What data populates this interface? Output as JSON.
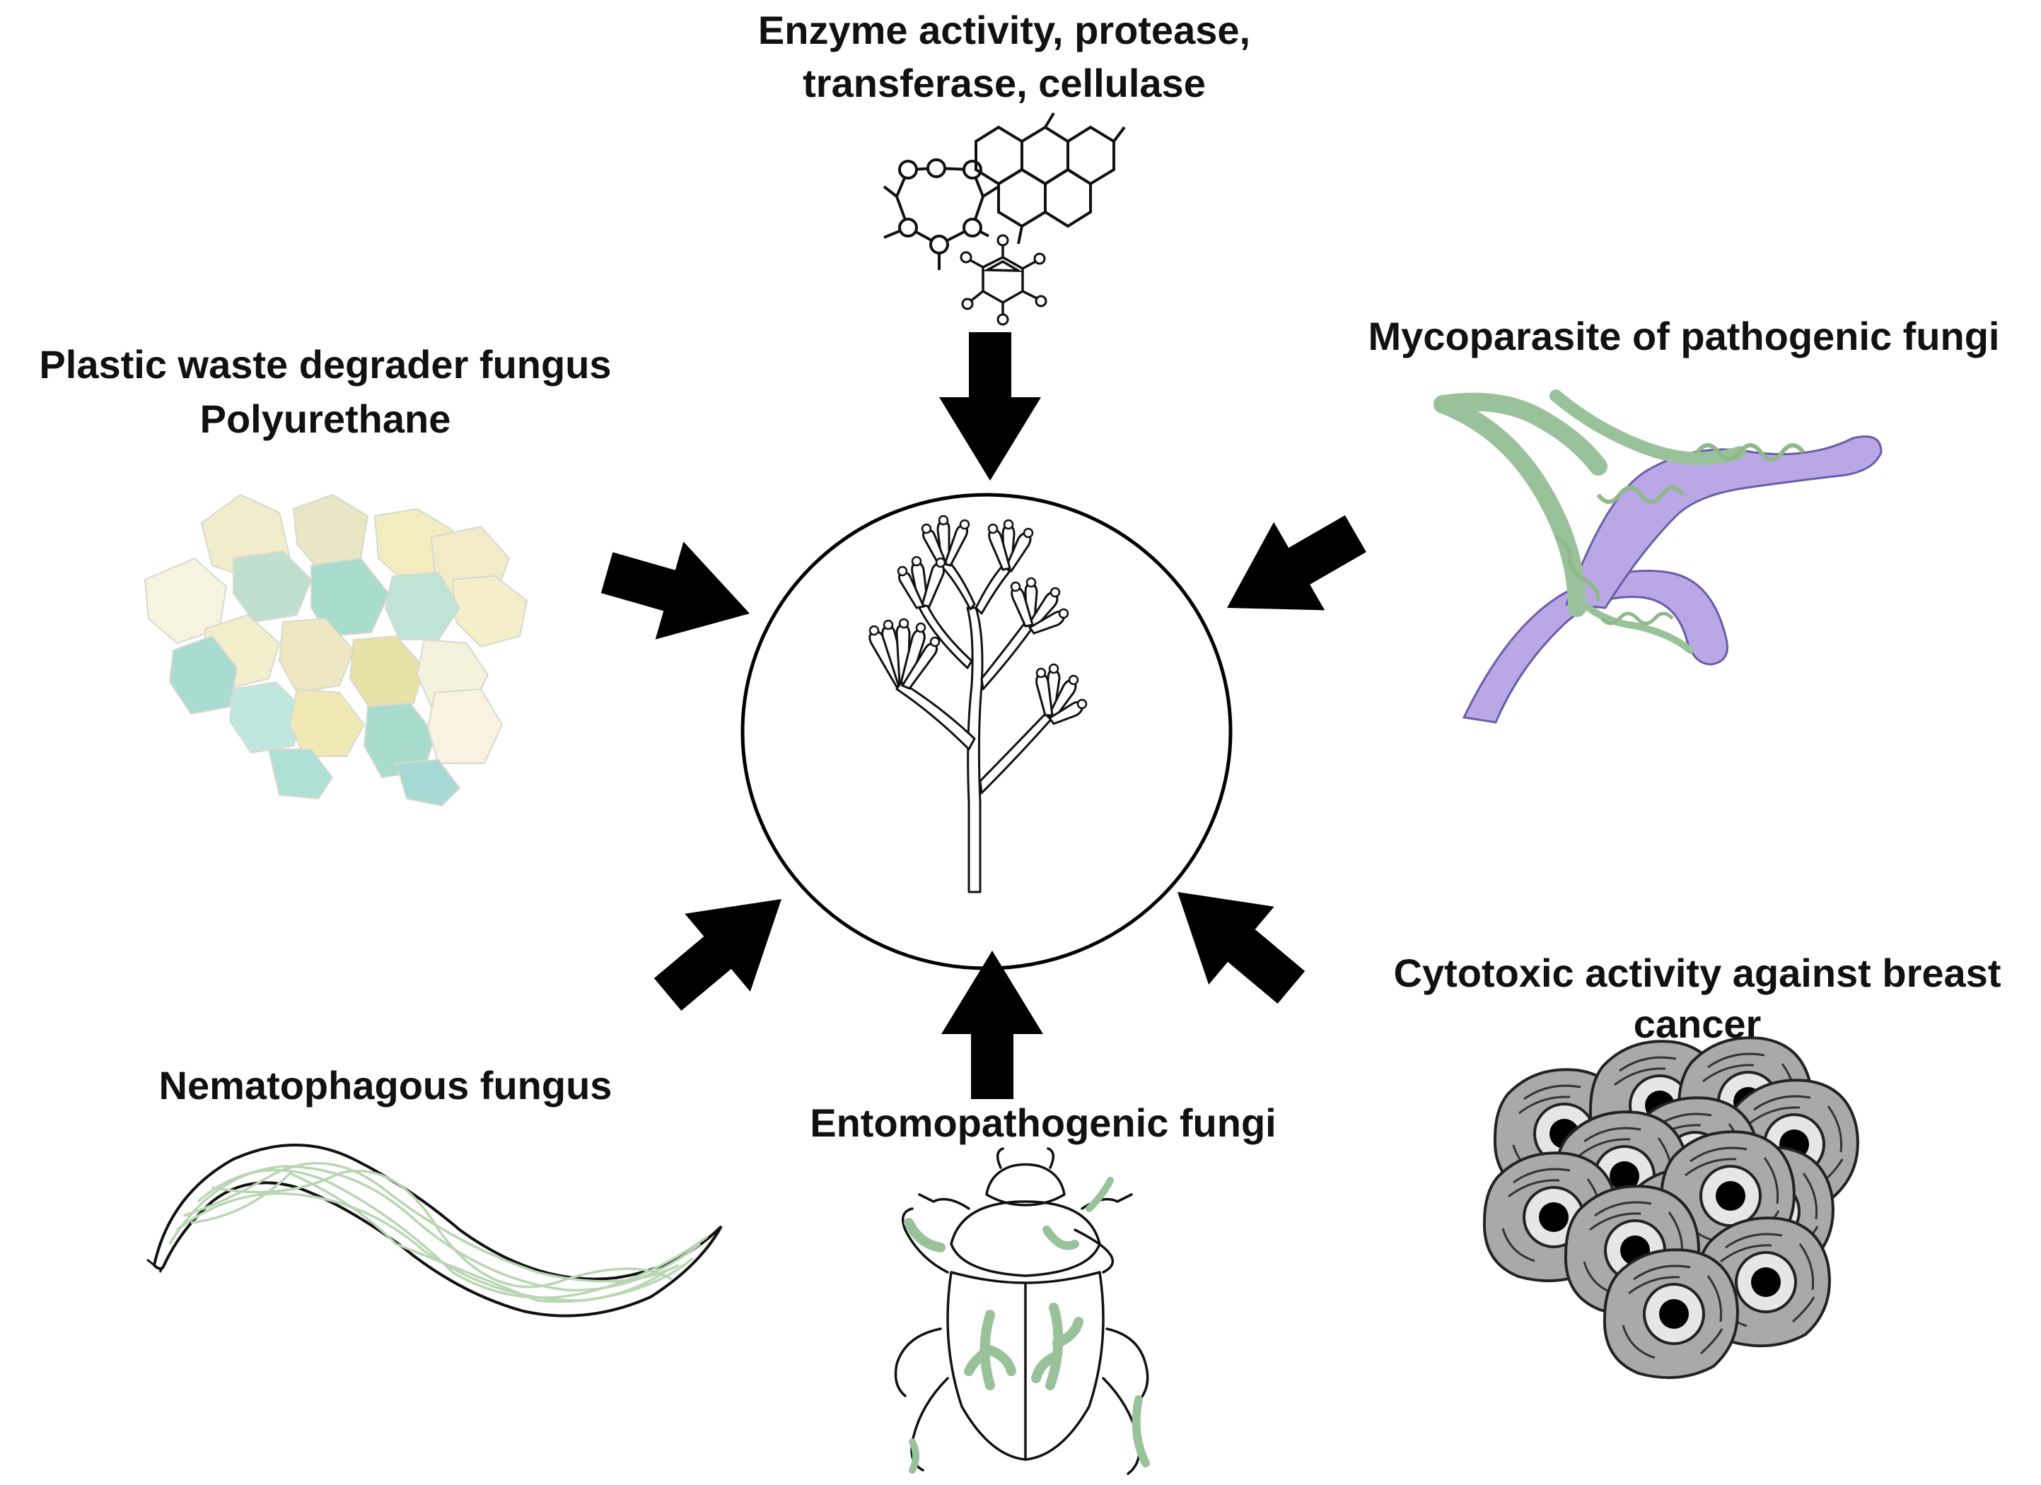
{
  "center": {
    "icon": "fungus-conidiophore-icon"
  },
  "colors": {
    "arrow": "#000000",
    "hypha_green": "#b9d6b3",
    "hypha_purple": "#b9a7e6",
    "cell_grey": "#a9a9a9",
    "foam_yellow": "#f1e9b4",
    "foam_cyan": "#a8dccd"
  },
  "panels": {
    "enzyme": {
      "line1": "Enzyme activity, protease,",
      "line2": "transferase, cellulase",
      "icon": "molecule-structures-icon"
    },
    "plastic": {
      "line1": "Plastic waste degrader fungus",
      "line2": "Polyurethane",
      "icon": "polyurethane-foam-icon"
    },
    "mycoparasite": {
      "line1": "Mycoparasite of pathogenic fungi",
      "icon": "hyphae-coiling-icon"
    },
    "cytotoxic": {
      "line1": "Cytotoxic activity against breast",
      "line2": "cancer",
      "icon": "cancer-cells-icon"
    },
    "nematophagous": {
      "line1": "Nematophagous fungus",
      "icon": "nematode-icon"
    },
    "entomopathogenic": {
      "line1": "Entomopathogenic fungi",
      "icon": "beetle-icon"
    }
  }
}
